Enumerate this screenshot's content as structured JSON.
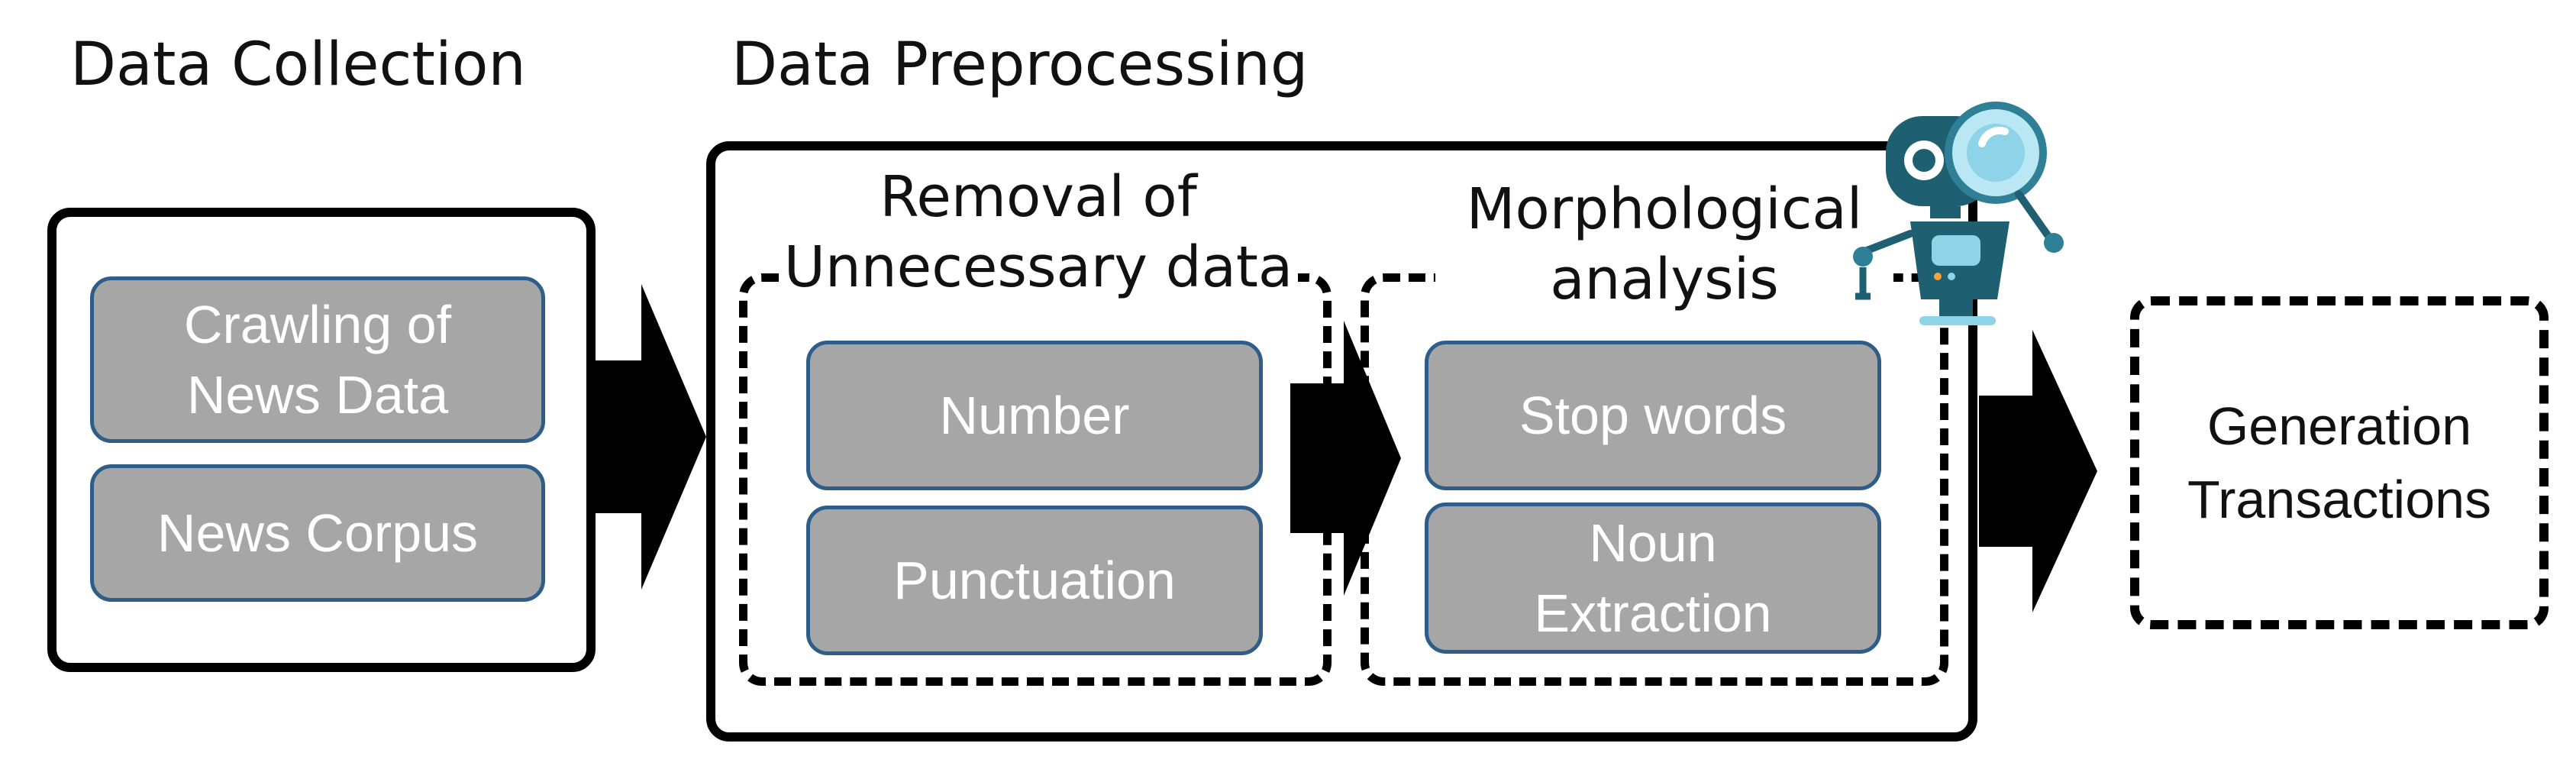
{
  "headers": {
    "collection": "Data Collection",
    "preprocessing": "Data Preprocessing"
  },
  "collection": {
    "boxes": [
      {
        "line1": "Crawling of",
        "line2": "News Data"
      },
      {
        "label": "News Corpus"
      }
    ]
  },
  "preprocessing": {
    "removal": {
      "title_line1": "Removal of",
      "title_line2": "Unnecessary data",
      "items": [
        "Number",
        "Punctuation"
      ]
    },
    "morphological": {
      "title_line1": "Morphological",
      "title_line2": "analysis",
      "items": [
        {
          "label": "Stop words"
        },
        {
          "line1": "Noun",
          "line2": "Extraction"
        }
      ]
    }
  },
  "output": {
    "line1": "Generation",
    "line2": "Transactions"
  },
  "colors": {
    "box_fill": "#a6a6a6",
    "box_border": "#2f5d8a",
    "robot_dark": "#1f5f72",
    "robot_light": "#8fd3e8"
  },
  "icons": {
    "robot": "robot-mascot-icon"
  }
}
